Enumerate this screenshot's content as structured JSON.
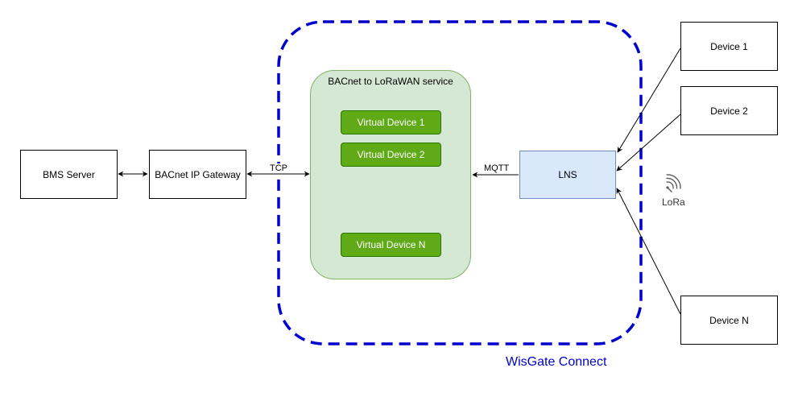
{
  "nodes": {
    "bms_server": "BMS Server",
    "bacnet_gateway": "BACnet IP Gateway",
    "service_title": "BACnet to LoRaWAN service",
    "virtual_device_1": "Virtual Device 1",
    "virtual_device_2": "Virtual Device 2",
    "virtual_device_n": "Virtual Device N",
    "lns": "LNS",
    "device_1": "Device 1",
    "device_2": "Device 2",
    "device_n": "Device N"
  },
  "edges": {
    "tcp": "TCP",
    "mqtt": "MQTT"
  },
  "lora_label": "LoRa",
  "container_label": "WisGate Connect",
  "icons": {
    "lora": "wireless-signal-icon"
  },
  "colors": {
    "container_border": "#0000cc",
    "service_fill": "#d5e8d4",
    "service_border": "#82b366",
    "virtual_device_fill": "#60a917",
    "lns_fill": "#dae8fc",
    "lns_border": "#6c8ebf"
  }
}
